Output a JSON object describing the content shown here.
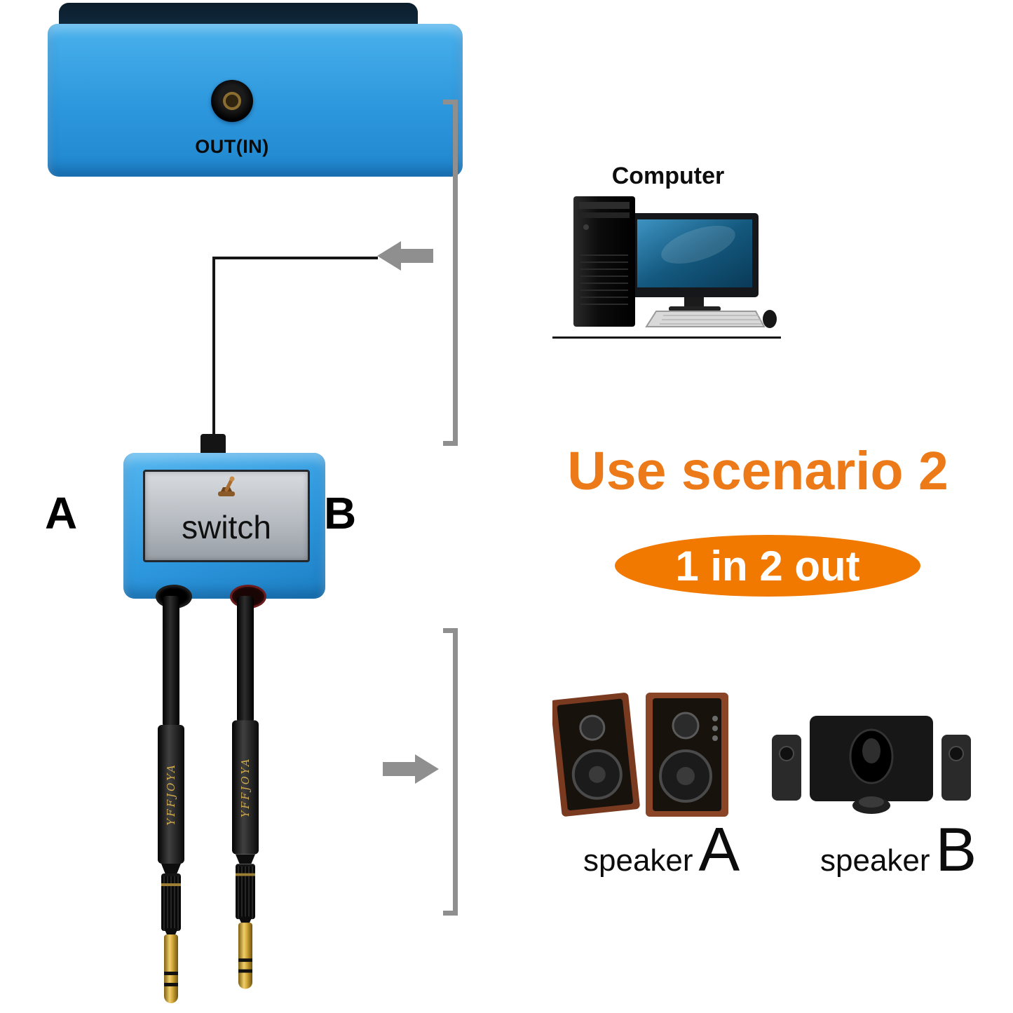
{
  "top_device": {
    "port_label": "OUT(IN)"
  },
  "computer": {
    "label": "Computer"
  },
  "scenario": {
    "title": "Use scenario 2",
    "badge": "1 in 2 out"
  },
  "switch_device": {
    "label": "switch",
    "port_a": "A",
    "port_b": "B"
  },
  "cables": {
    "brand": "YFFJOYA"
  },
  "speakers": {
    "a": {
      "word": "speaker",
      "letter": "A"
    },
    "b": {
      "word": "speaker",
      "letter": "B"
    }
  },
  "colors": {
    "device_blue": "#2E9BDE",
    "accent_orange": "#ED7A18",
    "badge_orange": "#F17900",
    "connector_gray": "#8F8F8F",
    "plug_gold": "#D9B44A"
  }
}
